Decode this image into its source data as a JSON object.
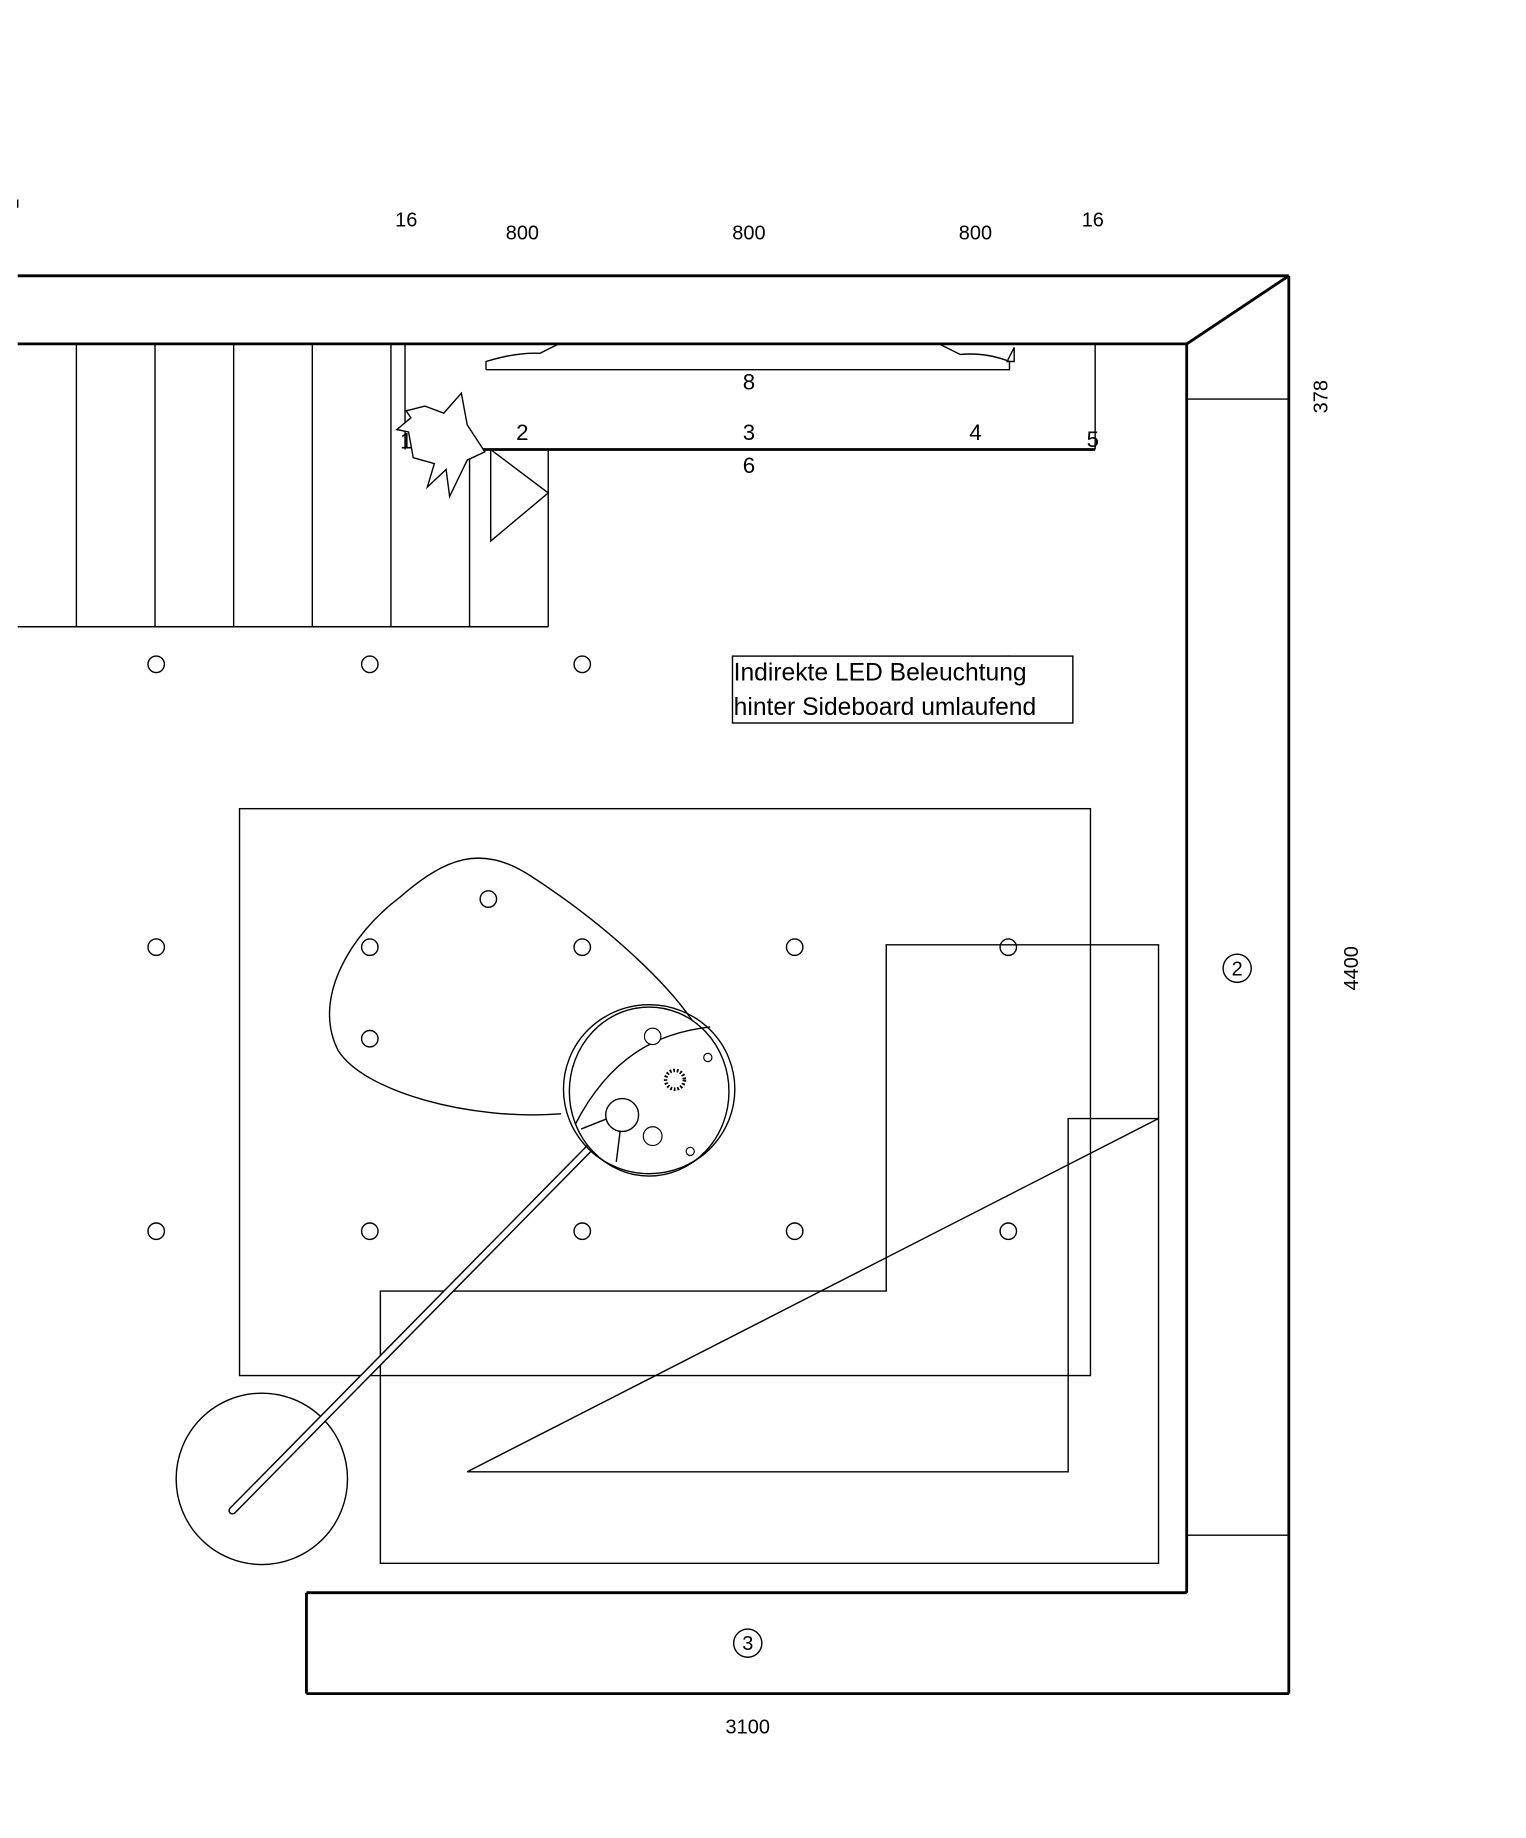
{
  "dimensions": {
    "top": [
      "16",
      "800",
      "800",
      "800",
      "16"
    ],
    "right_top": "378",
    "right": "4400",
    "bottom": "3100"
  },
  "sideboard_labels": [
    "1",
    "2",
    "3",
    "4",
    "5",
    "6",
    "8"
  ],
  "circled_markers": [
    "2",
    "3"
  ],
  "note": {
    "line1": "Indirekte LED Beleuchtung",
    "line2": "hinter Sideboard umlaufend"
  },
  "colors": {
    "line": "#000000",
    "background": "#ffffff"
  }
}
